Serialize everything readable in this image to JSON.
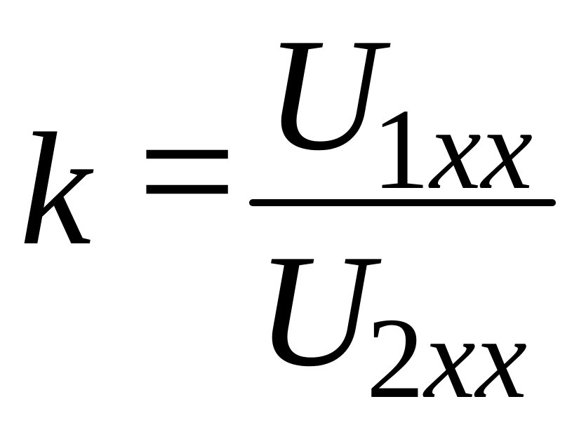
{
  "formula": {
    "lhs": "k",
    "operator": "=",
    "numerator": {
      "symbol": "U",
      "subscript_digit": "1",
      "subscript_letters": "xx"
    },
    "denominator": {
      "symbol": "U",
      "subscript_digit": "2",
      "subscript_letters": "xx"
    },
    "color": "#000000"
  }
}
